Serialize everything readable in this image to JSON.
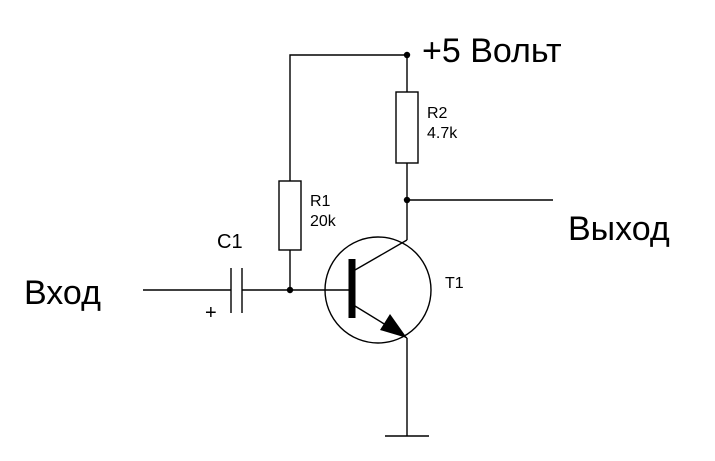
{
  "labels": {
    "supply": "+5 Вольт",
    "input": "Вход",
    "output": "Выход",
    "polarity": "+"
  },
  "components": {
    "r1": {
      "ref": "R1",
      "value": "20k"
    },
    "r2": {
      "ref": "R2",
      "value": "4.7k"
    },
    "c1": {
      "ref": "C1"
    },
    "t1": {
      "ref": "T1"
    }
  }
}
